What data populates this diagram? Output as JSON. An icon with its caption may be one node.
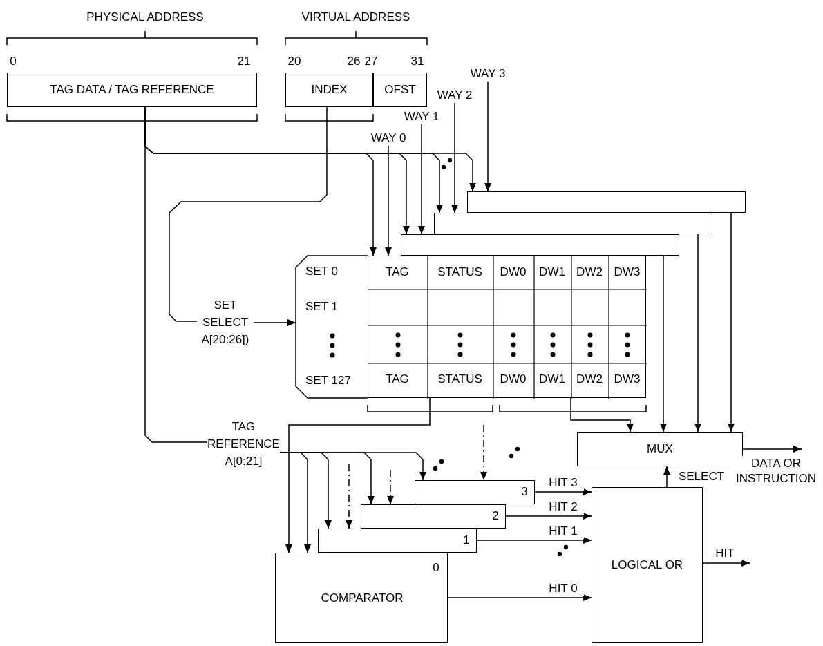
{
  "diagram": {
    "nodes": [
      {
        "text": [
          "TAG DATA / TAG REFERENCE"
        ]
      },
      {
        "text": [
          "INDEX"
        ]
      },
      {
        "text": [
          "OFST"
        ]
      },
      {
        "text": [
          "WAY 3"
        ]
      },
      {
        "text": [
          "WAY 2"
        ]
      },
      {
        "text": [
          "WAY 1"
        ]
      },
      {
        "text": [
          "WAY 0"
        ]
      },
      {
        "text": [],
        "shape": "box"
      },
      {
        "text": [],
        "shape": "box"
      },
      {
        "text": [],
        "shape": "box"
      },
      {
        "text": [],
        "shape": "box"
      },
      {
        "text": [
          "SET SELECT A[20:26])"
        ]
      },
      {
        "text": [
          "SET 0",
          "SET 1",
          "SET 127"
        ]
      },
      {
        "text": [
          "TAG REFERENCE A[0:21]"
        ]
      },
      {
        "text": [
          "MUX"
        ]
      },
      {
        "text": [
          "3"
        ]
      },
      {
        "text": [
          "2"
        ]
      },
      {
        "text": [
          "1"
        ]
      },
      {
        "text": [
          "0",
          "COMPARATOR"
        ]
      },
      {
        "text": [
          "LOGICAL OR"
        ]
      }
    ],
    "edges": [
      {
        "from": 0,
        "to": 10,
        "arrow": "to"
      },
      {
        "from": 0,
        "to": 9,
        "arrow": "to"
      },
      {
        "from": 0,
        "to": 8,
        "arrow": "to"
      },
      {
        "from": 0,
        "to": 7,
        "arrow": "to"
      },
      {
        "from": 0,
        "to": 13,
        "arrow": "none"
      },
      {
        "from": 1,
        "to": 11,
        "arrow": "none"
      },
      {
        "from": 11,
        "to": 12,
        "arrow": "to"
      },
      {
        "from": 6,
        "to": 10,
        "arrow": "to"
      },
      {
        "from": 5,
        "to": 9,
        "arrow": "to"
      },
      {
        "from": 4,
        "to": 8,
        "arrow": "to"
      },
      {
        "from": 3,
        "to": 7,
        "arrow": "to"
      },
      {
        "from": 10,
        "to": 18,
        "arrow": "to"
      },
      {
        "from": null,
        "to": 17,
        "arrow": "to",
        "style": "dashed"
      },
      {
        "from": null,
        "to": 16,
        "arrow": "to",
        "style": "dashed"
      },
      {
        "from": null,
        "to": 15,
        "arrow": "to",
        "style": "dashed"
      },
      {
        "from": 13,
        "to": 18,
        "arrow": "to"
      },
      {
        "from": 13,
        "to": 17,
        "arrow": "to"
      },
      {
        "from": 13,
        "to": 16,
        "arrow": "to"
      },
      {
        "from": 13,
        "to": 15,
        "arrow": "to"
      },
      {
        "from": 10,
        "to": 14,
        "arrow": "to"
      },
      {
        "from": 9,
        "to": 14,
        "arrow": "to"
      },
      {
        "from": 8,
        "to": 14,
        "arrow": "to"
      },
      {
        "from": 7,
        "to": 14,
        "arrow": "to"
      },
      {
        "from": 14,
        "to": null,
        "arrow": "to",
        "label": "DATA OR INSTRUCTION"
      },
      {
        "from": 19,
        "to": 14,
        "arrow": "to",
        "label": "SELECT"
      },
      {
        "from": 15,
        "to": 19,
        "arrow": "to",
        "label": "HIT 3"
      },
      {
        "from": 16,
        "to": 19,
        "arrow": "to",
        "label": "HIT 2"
      },
      {
        "from": 17,
        "to": 19,
        "arrow": "to",
        "label": "HIT 1"
      },
      {
        "from": 18,
        "to": 19,
        "arrow": "to",
        "label": "HIT 0"
      },
      {
        "from": 19,
        "to": null,
        "arrow": "to",
        "label": "HIT"
      }
    ],
    "labels": [
      "PHYSICAL ADDRESS",
      "VIRTUAL ADDRESS",
      "0",
      "21",
      "20",
      "26",
      "27",
      "31",
      "TAG",
      "STATUS",
      "DW0",
      "DW1",
      "DW2",
      "DW3",
      "TAG",
      "STATUS",
      "DW0",
      "DW1",
      "DW2",
      "DW3"
    ]
  }
}
